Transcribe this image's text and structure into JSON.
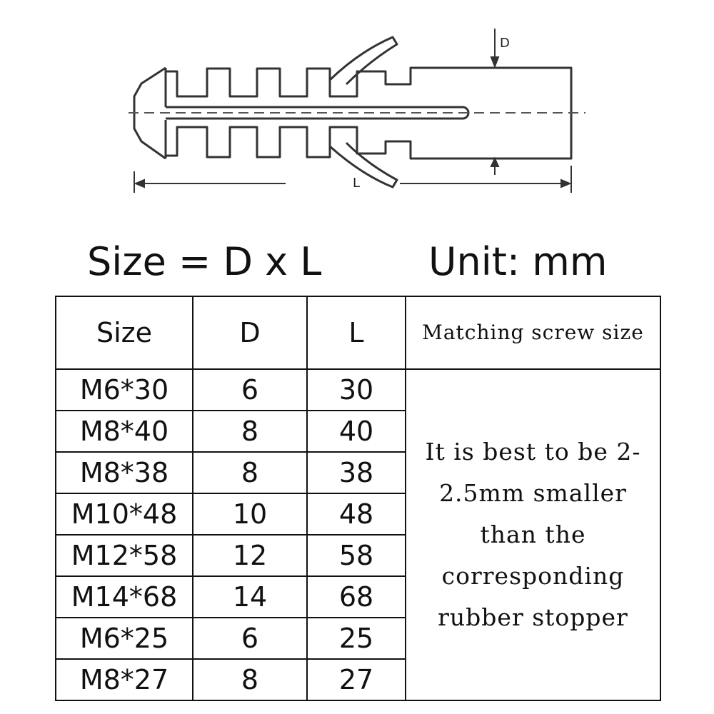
{
  "diagram": {
    "dimension_d": "D",
    "dimension_l": "L"
  },
  "caption": {
    "size_formula": "Size = D x L",
    "unit": "Unit: mm"
  },
  "table": {
    "headers": {
      "size": "Size",
      "d": "D",
      "l": "L",
      "matching": "Matching screw size"
    },
    "rows": [
      {
        "size": "M6*30",
        "d": "6",
        "l": "30"
      },
      {
        "size": "M8*40",
        "d": "8",
        "l": "40"
      },
      {
        "size": "M8*38",
        "d": "8",
        "l": "38"
      },
      {
        "size": "M10*48",
        "d": "10",
        "l": "48"
      },
      {
        "size": "M12*58",
        "d": "12",
        "l": "58"
      },
      {
        "size": "M14*68",
        "d": "14",
        "l": "68"
      },
      {
        "size": "M6*25",
        "d": "6",
        "l": "25"
      },
      {
        "size": "M8*27",
        "d": "8",
        "l": "27"
      }
    ],
    "note": "It is best to be 2-2.5mm smaller than the corresponding rubber stopper"
  }
}
